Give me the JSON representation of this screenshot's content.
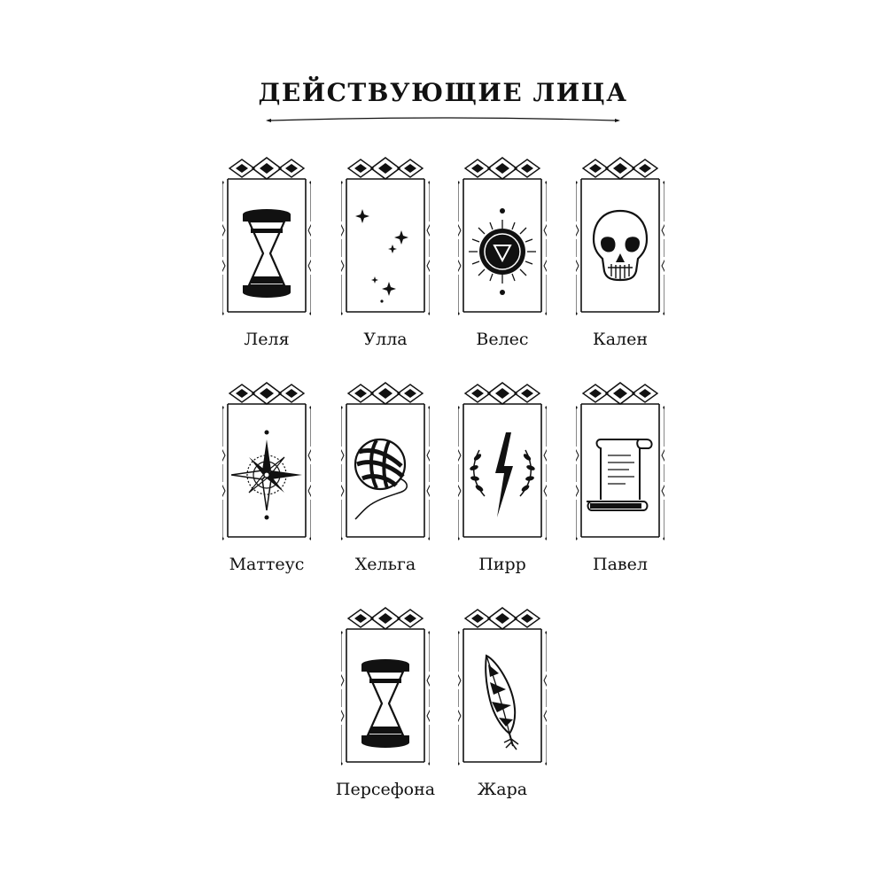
{
  "title": "ДЕЙСТВУЮЩИЕ ЛИЦА",
  "characters": [
    {
      "name": "Леля",
      "icon": "hourglass-icon"
    },
    {
      "name": "Улла",
      "icon": "crescent-moon-icon"
    },
    {
      "name": "Велес",
      "icon": "sun-triangle-icon"
    },
    {
      "name": "Кален",
      "icon": "skull-icon"
    },
    {
      "name": "Маттеус",
      "icon": "compass-rose-icon"
    },
    {
      "name": "Хельга",
      "icon": "yarn-ball-icon"
    },
    {
      "name": "Пирр",
      "icon": "lightning-wreath-icon"
    },
    {
      "name": "Павел",
      "icon": "scroll-icon"
    },
    {
      "name": "Персефона",
      "icon": "hourglass-icon"
    },
    {
      "name": "Жара",
      "icon": "feather-icon"
    }
  ]
}
